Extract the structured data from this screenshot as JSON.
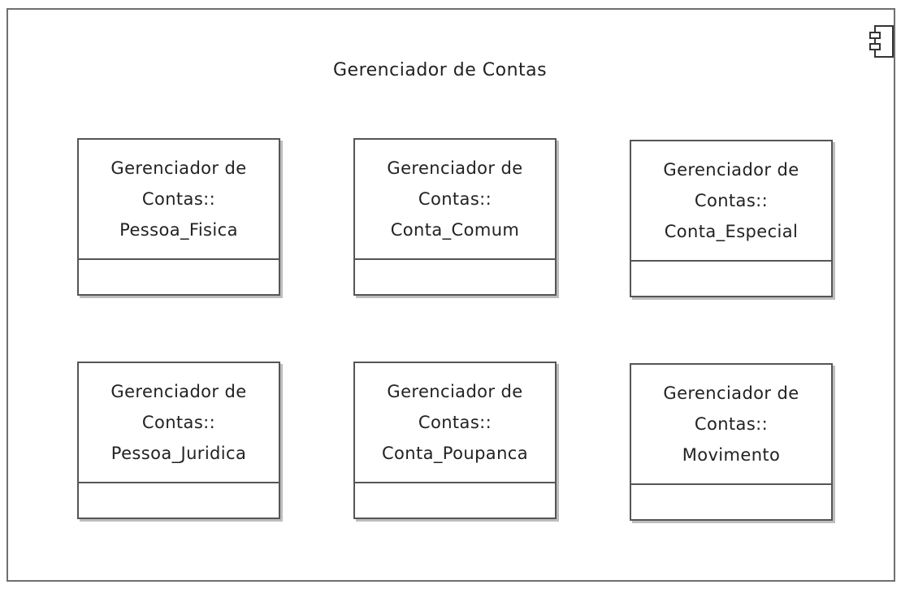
{
  "component": {
    "title": "Gerenciador de Contas"
  },
  "classes": [
    {
      "line1": "Gerenciador de",
      "line2": "Contas::",
      "line3": "Pessoa_Fisica"
    },
    {
      "line1": "Gerenciador de",
      "line2": "Contas::",
      "line3": "Conta_Comum"
    },
    {
      "line1": "Gerenciador de",
      "line2": "Contas::",
      "line3": "Conta_Especial"
    },
    {
      "line1": "Gerenciador de",
      "line2": "Contas::",
      "line3": "Pessoa_Juridica"
    },
    {
      "line1": "Gerenciador de",
      "line2": "Contas::",
      "line3": "Conta_Poupanca"
    },
    {
      "line1": "Gerenciador de",
      "line2": "Contas::",
      "line3": "Movimento"
    }
  ],
  "icons": {
    "component": "component-icon"
  }
}
